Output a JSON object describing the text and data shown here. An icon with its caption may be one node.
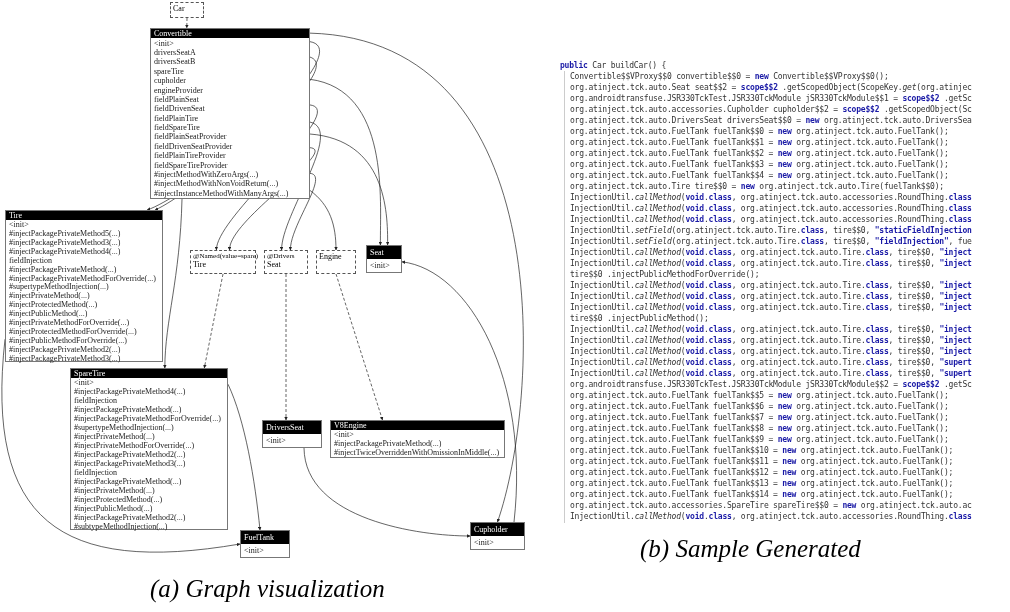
{
  "diagram": {
    "nodes": [
      {
        "text": [
          "Car"
        ]
      },
      {
        "text": [
          "Convertible",
          "<init>",
          "driversSeatA",
          "driversSeatB",
          "spareTire",
          "cupholder",
          "engineProvider",
          "fieldPlainSeat",
          "fieldDrivenSeat",
          "fieldPlainTire",
          "fieldSpareTire",
          "fieldPlainSeatProvider",
          "fieldDrivenSeatProvider",
          "fieldPlainTireProvider",
          "fieldSpareTireProvider",
          "#injectMethodWithZeroArgs(...)",
          "#injectMethodWithNonVoidReturn(...)",
          "#injectInstanceMethodWithManyArgs(...)"
        ]
      },
      {
        "text": [
          "Tire",
          "<init>",
          "#injectPackagePrivateMethod5(...)",
          "#injectPackagePrivateMethod3(...)",
          "#injectPackagePrivateMethod4(...)",
          "fieldInjection",
          "#injectPackagePrivateMethod(...)",
          "#injectPackagePrivateMethodForOverride(...)",
          "#supertypeMethodInjection(...)",
          "#injectPrivateMethod(...)",
          "#injectProtectedMethod(...)",
          "#injectPublicMethod(...)",
          "#injectPrivateMethodForOverride(...)",
          "#injectProtectedMethodForOverride(...)",
          "#injectPublicMethodForOverride(...)",
          "#injectPackagePrivateMethod2(...)",
          "#injectPackagePrivateMethod3(...)"
        ]
      },
      {
        "text": [
          "@Named(value=spare)",
          "Tire"
        ]
      },
      {
        "text": [
          "@Drivers",
          "Seat"
        ]
      },
      {
        "text": [
          "Engine"
        ]
      },
      {
        "text": [
          "Seat",
          "<init>"
        ]
      },
      {
        "text": [
          "SpareTire",
          "<init>",
          "#injectPackagePrivateMethod4(...)",
          "fieldInjection",
          "#injectPackagePrivateMethod(...)",
          "#injectPackagePrivateMethodForOverride(...)",
          "#supertypeMethodInjection(...)",
          "#injectPrivateMethod(...)",
          "#injectPrivateMethodForOverride(...)",
          "#injectPackagePrivateMethod2(...)",
          "#injectPackagePrivateMethod3(...)",
          "fieldInjection",
          "#injectPackagePrivateMethod(...)",
          "#injectPrivateMethod(...)",
          "#injectProtectedMethod(...)",
          "#injectPublicMethod(...)",
          "#injectPackagePrivateMethod2(...)",
          "#subtypeMethodInjection(...)"
        ]
      },
      {
        "text": [
          "DriversSeat",
          "<init>"
        ]
      },
      {
        "text": [
          "V8Engine",
          "<init>",
          "#injectPackagePrivateMethod(...)",
          "#injectTwiceOverriddenWithOmissionInMiddle(...)"
        ]
      },
      {
        "text": [
          "FuelTank",
          "<init>"
        ]
      },
      {
        "text": [
          "Cupholder",
          "<init>"
        ]
      }
    ],
    "edges": [
      {
        "from": 0,
        "to": 1,
        "arrow": "to",
        "style": "dashed"
      },
      {
        "from": 1,
        "to": 2,
        "arrow": "to"
      },
      {
        "from": 1,
        "to": 2,
        "arrow": "to"
      },
      {
        "from": 1,
        "to": 3,
        "arrow": "to"
      },
      {
        "from": 1,
        "to": 3,
        "arrow": "to"
      },
      {
        "from": 1,
        "to": 4,
        "arrow": "to"
      },
      {
        "from": 1,
        "to": 4,
        "arrow": "to"
      },
      {
        "from": 1,
        "to": 5,
        "arrow": "to"
      },
      {
        "from": 1,
        "to": 6,
        "arrow": "to"
      },
      {
        "from": 1,
        "to": 6,
        "arrow": "to"
      },
      {
        "from": 1,
        "to": 11,
        "arrow": "to"
      },
      {
        "from": 1,
        "to": 7,
        "arrow": "to"
      },
      {
        "from": 3,
        "to": 7,
        "arrow": "to",
        "style": "dashed"
      },
      {
        "from": 4,
        "to": 8,
        "arrow": "to",
        "style": "dashed"
      },
      {
        "from": 5,
        "to": 9,
        "arrow": "to",
        "style": "dashed"
      },
      {
        "from": 8,
        "to": 11,
        "arrow": "to"
      },
      {
        "from": 11,
        "to": 6,
        "arrow": "to"
      },
      {
        "from": 2,
        "to": 10,
        "arrow": "to"
      },
      {
        "from": 7,
        "to": 10,
        "arrow": "to"
      }
    ],
    "labels": [
      "**public** Car buildCar() {",
      "Convertible$$VProxy$$0 convertible$$0 = **new** Convertible$$VProxy$$0();",
      "org.atinject.tck.auto.Seat seat$$2 = **scope$$2** .getScopedObject(ScopeKey.*get*(org.atinjec",
      "org.androidtransfuse.JSR330TckTest.JSR330TckModule jSR330TckModule$$1 = **scope$$2** .getSc",
      "org.atinject.tck.auto.accessories.Cupholder cupholder$$2 = **scope$$2** .getScopedObject(Sc",
      "org.atinject.tck.auto.DriversSeat driversSeat$$0 = **new** org.atinject.tck.auto.DriversSea",
      "org.atinject.tck.auto.FuelTank fuelTank$$0 = **new** org.atinject.tck.auto.FuelTank();",
      "org.atinject.tck.auto.FuelTank fuelTank$$1 = **new** org.atinject.tck.auto.FuelTank();",
      "org.atinject.tck.auto.FuelTank fuelTank$$2 = **new** org.atinject.tck.auto.FuelTank();",
      "org.atinject.tck.auto.FuelTank fuelTank$$3 = **new** org.atinject.tck.auto.FuelTank();",
      "org.atinject.tck.auto.FuelTank fuelTank$$4 = **new** org.atinject.tck.auto.FuelTank();",
      "org.atinject.tck.auto.Tire tire$$0 = **new** org.atinject.tck.auto.Tire(fuelTank$$0);",
      "InjectionUtil.*callMethod*(**void**.**class**, org.atinject.tck.auto.accessories.RoundThing.**class**",
      "InjectionUtil.*callMethod*(**void**.**class**, org.atinject.tck.auto.accessories.RoundThing.**class**",
      "InjectionUtil.*callMethod*(**void**.**class**, org.atinject.tck.auto.accessories.RoundThing.**class**",
      "InjectionUtil.*setField*(org.atinject.tck.auto.Tire.**class**, tire$$0, **\"staticFieldInjection**",
      "InjectionUtil.*setField*(org.atinject.tck.auto.Tire.**class**, tire$$0, **\"fieldInjection\"**, fue",
      "InjectionUtil.*callMethod*(**void**.**class**, org.atinject.tck.auto.Tire.**class**, tire$$0, **\"inject**",
      "InjectionUtil.*callMethod*(**void**.**class**, org.atinject.tck.auto.Tire.**class**, tire$$0, **\"inject**",
      "tire$$0 .injectPublicMethodForOverride();",
      "InjectionUtil.*callMethod*(**void**.**class**, org.atinject.tck.auto.Tire.**class**, tire$$0, **\"inject**",
      "InjectionUtil.*callMethod*(**void**.**class**, org.atinject.tck.auto.Tire.**class**, tire$$0, **\"inject**",
      "InjectionUtil.*callMethod*(**void**.**class**, org.atinject.tck.auto.Tire.**class**, tire$$0, **\"inject**",
      "tire$$0 .injectPublicMethod();",
      "InjectionUtil.*callMethod*(**void**.**class**, org.atinject.tck.auto.Tire.**class**, tire$$0, **\"inject**",
      "InjectionUtil.*callMethod*(**void**.**class**, org.atinject.tck.auto.Tire.**class**, tire$$0, **\"inject**",
      "InjectionUtil.*callMethod*(**void**.**class**, org.atinject.tck.auto.Tire.**class**, tire$$0, **\"inject**",
      "InjectionUtil.*callMethod*(**void**.**class**, org.atinject.tck.auto.Tire.**class**, tire$$0, **\"supert**",
      "InjectionUtil.*callMethod*(**void**.**class**, org.atinject.tck.auto.Tire.**class**, tire$$0, **\"supert**",
      "org.androidtransfuse.JSR330TckTest.JSR330TckModule jSR330TckModule$$2 = **scope$$2** .getSc",
      "org.atinject.tck.auto.FuelTank fuelTank$$5 = **new** org.atinject.tck.auto.FuelTank();",
      "org.atinject.tck.auto.FuelTank fuelTank$$6 = **new** org.atinject.tck.auto.FuelTank();",
      "org.atinject.tck.auto.FuelTank fuelTank$$7 = **new** org.atinject.tck.auto.FuelTank();",
      "org.atinject.tck.auto.FuelTank fuelTank$$8 = **new** org.atinject.tck.auto.FuelTank();",
      "org.atinject.tck.auto.FuelTank fuelTank$$9 = **new** org.atinject.tck.auto.FuelTank();",
      "org.atinject.tck.auto.FuelTank fuelTank$$10 = **new** org.atinject.tck.auto.FuelTank();",
      "org.atinject.tck.auto.FuelTank fuelTank$$11 = **new** org.atinject.tck.auto.FuelTank();",
      "org.atinject.tck.auto.FuelTank fuelTank$$12 = **new** org.atinject.tck.auto.FuelTank();",
      "org.atinject.tck.auto.FuelTank fuelTank$$13 = **new** org.atinject.tck.auto.FuelTank();",
      "org.atinject.tck.auto.FuelTank fuelTank$$14 = **new** org.atinject.tck.auto.FuelTank();",
      "org.atinject.tck.auto.accessories.SpareTire spareTire$$0 = **new** org.atinject.tck.auto.ac",
      "InjectionUtil.*callMethod*(**void**.**class**, org.atinject.tck.auto.accessories.RoundThing.**class**",
      "(a) Graph visualization",
      "(b) Sample Generated"
    ]
  }
}
